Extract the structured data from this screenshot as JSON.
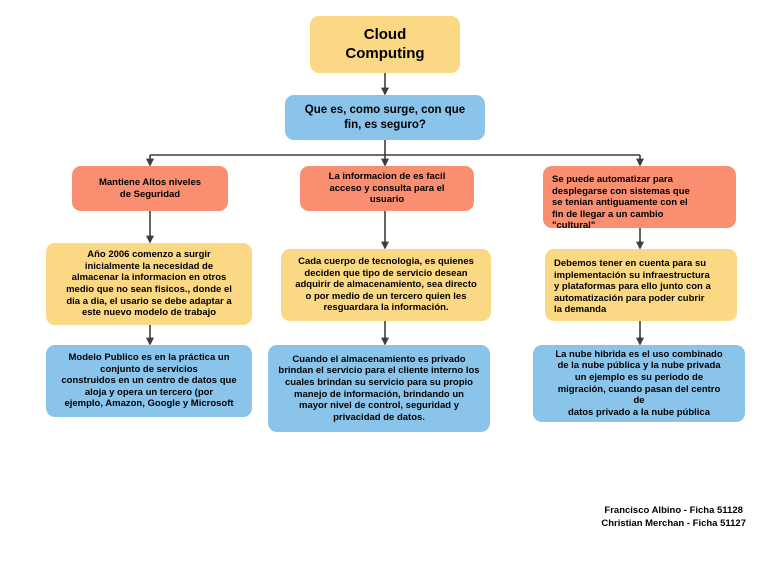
{
  "diagram": {
    "title": "Cloud Computing",
    "colors": {
      "yellow": "#fbd884",
      "blue": "#8ac4eb",
      "salmon": "#f98e70",
      "connector": "#3d3d3d",
      "background": "#ffffff"
    },
    "root": {
      "label": "Cloud\nComputing"
    },
    "question": {
      "label": "Que es, como surge, con que\nfin, es seguro?"
    },
    "branches": [
      {
        "key": "seguridad",
        "salmon": "Mantiene Altos niveles\nde Seguridad",
        "yellow": "Año 2006 comenzo a surgir\ninicialmente la necesidad de\nalmacenar la informacion en otros\nmedio que no sean fisicos., donde el\ndia a dia, el usario se debe adaptar a\neste nuevo modelo de trabajo",
        "blue": "Modelo Publico es en la práctica un\nconjunto de servicios\nconstruidos en un centro de datos que\naloja y opera un tercero (por\nejemplo, Amazon, Google y Microsoft"
      },
      {
        "key": "acceso",
        "salmon": "La informacion de es facil\nacceso y consulta para el\nusuario",
        "yellow": "Cada cuerpo de tecnologia, es quienes\ndeciden que tipo de servicio desean\nadquirir de almacenamiento, sea directo\no por medio de un tercero quien les\nresguardara la información.",
        "blue": "Cuando el almacenamiento es privado\nbrindan el servicio para el cliente interno los\ncuales brindan su servicio para su propio\nmanejo de información, brindando un\nmayor nivel de control, seguridad y\nprivacidad de datos."
      },
      {
        "key": "automatizacion",
        "salmon": "Se puede automatizar para\ndesplegarse  con sistemas que\nse tenian antiguamente  con el\nfin de llegar a un cambio\n\"cultural\"",
        "yellow": "Debemos tener en cuenta para su\nimplementación  su infraestructura\ny plataformas para ello junto con a\nautomatización para poder cubrir\nla demanda",
        "blue": "La nube hibrida es el uso combinado\nde la nube pública y la nube privada\nun ejemplo es su periodo de\nmigración, cuando pasan del centro\nde\ndatos privado a la nube pública"
      }
    ],
    "credits": "Francisco Albino -  Ficha 51128\nChristian Merchan - Ficha  51127"
  }
}
